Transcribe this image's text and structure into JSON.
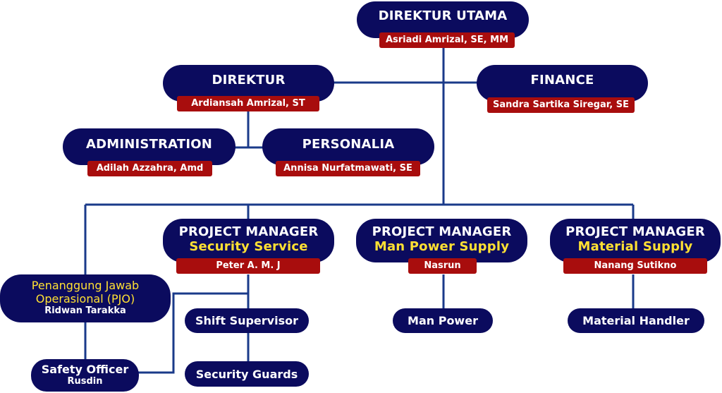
{
  "direktur_utama": {
    "title": "DIREKTUR UTAMA",
    "name": "Asriadi Amrizal, SE, MM"
  },
  "direktur": {
    "title": "DIREKTUR",
    "name": "Ardiansah Amrizal, ST"
  },
  "finance": {
    "title": "FINANCE",
    "name": "Sandra Sartika Siregar, SE"
  },
  "administration": {
    "title": "ADMINISTRATION",
    "name": "Adilah Azzahra, Amd"
  },
  "personalia": {
    "title": "PERSONALIA",
    "name": "Annisa Nurfatmawati, SE"
  },
  "pm_security": {
    "title": "PROJECT MANAGER",
    "subtitle": "Security Service",
    "name": "Peter A. M. J"
  },
  "pm_manpower": {
    "title": "PROJECT MANAGER",
    "subtitle": "Man Power Supply",
    "name": "Nasrun"
  },
  "pm_material": {
    "title": "PROJECT MANAGER",
    "subtitle": "Material Supply",
    "name": "Nanang Sutikno"
  },
  "pjo": {
    "line1": "Penanggung Jawab",
    "line2": "Operasional (PJO)",
    "name": "Ridwan Tarakka"
  },
  "safety_officer": {
    "title": "Safety Officer",
    "name": "Rusdin"
  },
  "shift_supervisor": "Shift Supervisor",
  "security_guards": "Security Guards",
  "man_power": "Man Power",
  "material_handler": "Material Handler",
  "colors": {
    "navy": "#0b0b5e",
    "red": "#a80d0d",
    "yellow": "#ffe033",
    "line": "#1a3a8a"
  }
}
